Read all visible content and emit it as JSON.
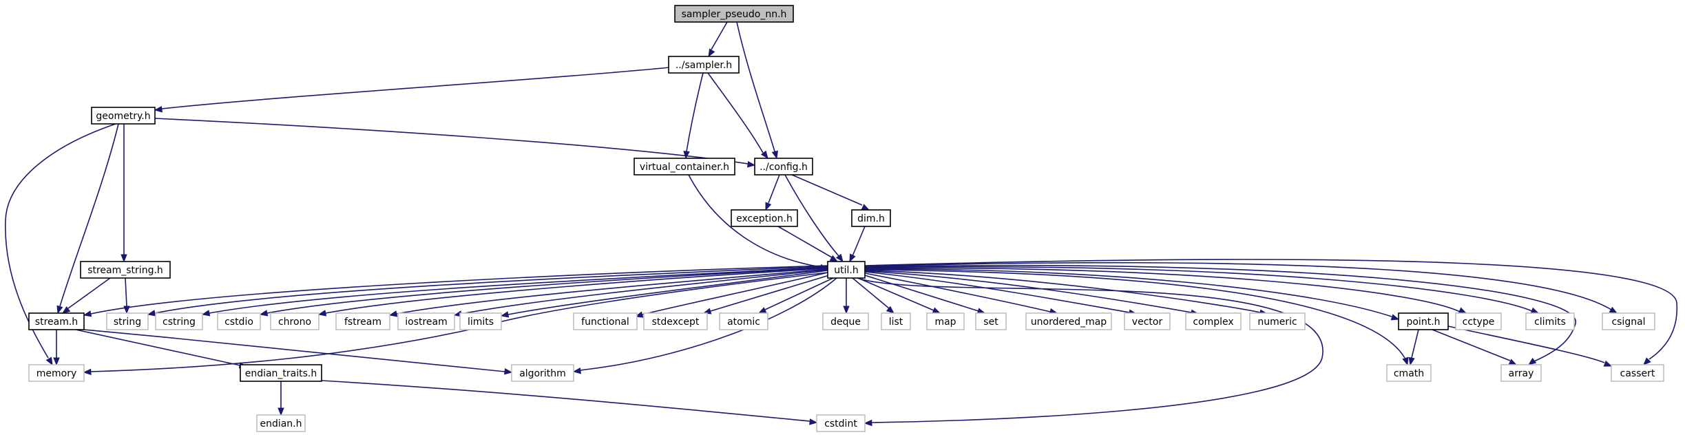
{
  "colors": {
    "edge": "#191970",
    "root_fill": "#bfbfbf",
    "node_border": "#000000",
    "system_border": "#bfbfbf"
  },
  "nodes": {
    "sampler_pseudo_nn": "sampler_pseudo_nn.h",
    "sampler": "../sampler.h",
    "geometry": "geometry.h",
    "config": "../config.h",
    "virtual_container": "virtual_container.h",
    "exception": "exception.h",
    "dim": "dim.h",
    "util": "util.h",
    "stream_string": "stream_string.h",
    "stream": "stream.h",
    "string": "string",
    "cstring": "cstring",
    "cstdio": "cstdio",
    "chrono": "chrono",
    "fstream": "fstream",
    "iostream": "iostream",
    "limits": "limits",
    "functional": "functional",
    "stdexcept": "stdexcept",
    "atomic": "atomic",
    "deque": "deque",
    "list": "list",
    "map": "map",
    "set": "set",
    "unordered_map": "unordered_map",
    "vector": "vector",
    "complex": "complex",
    "numeric": "numeric",
    "point": "point.h",
    "cctype": "cctype",
    "climits": "climits",
    "csignal": "csignal",
    "memory": "memory",
    "endian_traits": "endian_traits.h",
    "algorithm": "algorithm",
    "cmath": "cmath",
    "array": "array",
    "cassert": "cassert",
    "endian": "endian.h",
    "cstdint": "cstdint"
  }
}
